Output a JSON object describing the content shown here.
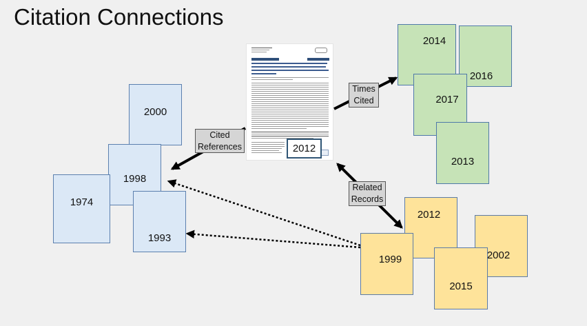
{
  "title": "Citation Connections",
  "center": {
    "year": "2012"
  },
  "labels": {
    "cited": [
      "Cited",
      "References"
    ],
    "times": [
      "Times",
      "Cited"
    ],
    "related": [
      "Related",
      "Records"
    ]
  },
  "cited_references": [
    "2000",
    "1998",
    "1974",
    "1993"
  ],
  "times_cited": [
    "2014",
    "2016",
    "2017",
    "2013"
  ],
  "related_records": [
    "2012",
    "1999",
    "2002",
    "2015"
  ],
  "colors": {
    "cited_references": "#dbe8f6",
    "times_cited": "#c6e3b7",
    "related_records": "#fee39a",
    "label_fill": "#d5d5d5"
  }
}
